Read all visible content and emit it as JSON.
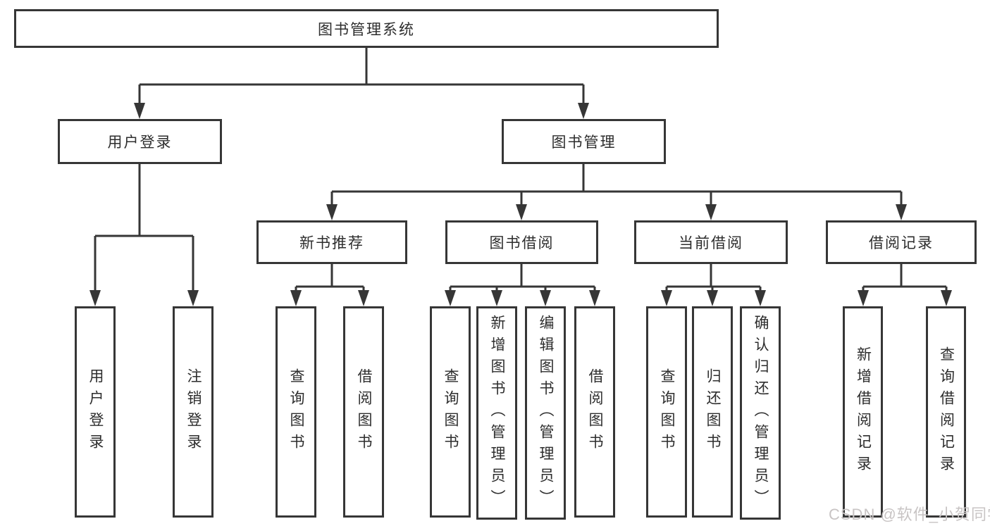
{
  "colors": {
    "line": "#363636",
    "text": "#2d2d2d",
    "box_background": "#ffffff",
    "page_background": "#ffffff",
    "watermark": "#c8c4c4"
  },
  "watermark": {
    "text": "CSDN @软件_小贺同学"
  },
  "diagram": {
    "type": "hierarchy-tree",
    "root": {
      "label": "图书管理系统"
    },
    "branches": [
      {
        "label": "用户登录",
        "children": [
          {
            "label": "用户登录"
          },
          {
            "label": "注销登录"
          }
        ]
      },
      {
        "label": "图书管理",
        "children": [
          {
            "label": "新书推荐",
            "children": [
              {
                "label": "查询图书"
              },
              {
                "label": "借阅图书"
              }
            ]
          },
          {
            "label": "图书借阅",
            "children": [
              {
                "label": "查询图书"
              },
              {
                "label": "新增图书（管理员）"
              },
              {
                "label": "编辑图书（管理员）"
              },
              {
                "label": "借阅图书"
              }
            ]
          },
          {
            "label": "当前借阅",
            "children": [
              {
                "label": "查询图书"
              },
              {
                "label": "归还图书"
              },
              {
                "label": "确认归还（管理员）"
              }
            ]
          },
          {
            "label": "借阅记录",
            "children": [
              {
                "label": "新增借阅记录"
              },
              {
                "label": "查询借阅记录"
              }
            ]
          }
        ]
      }
    ]
  }
}
